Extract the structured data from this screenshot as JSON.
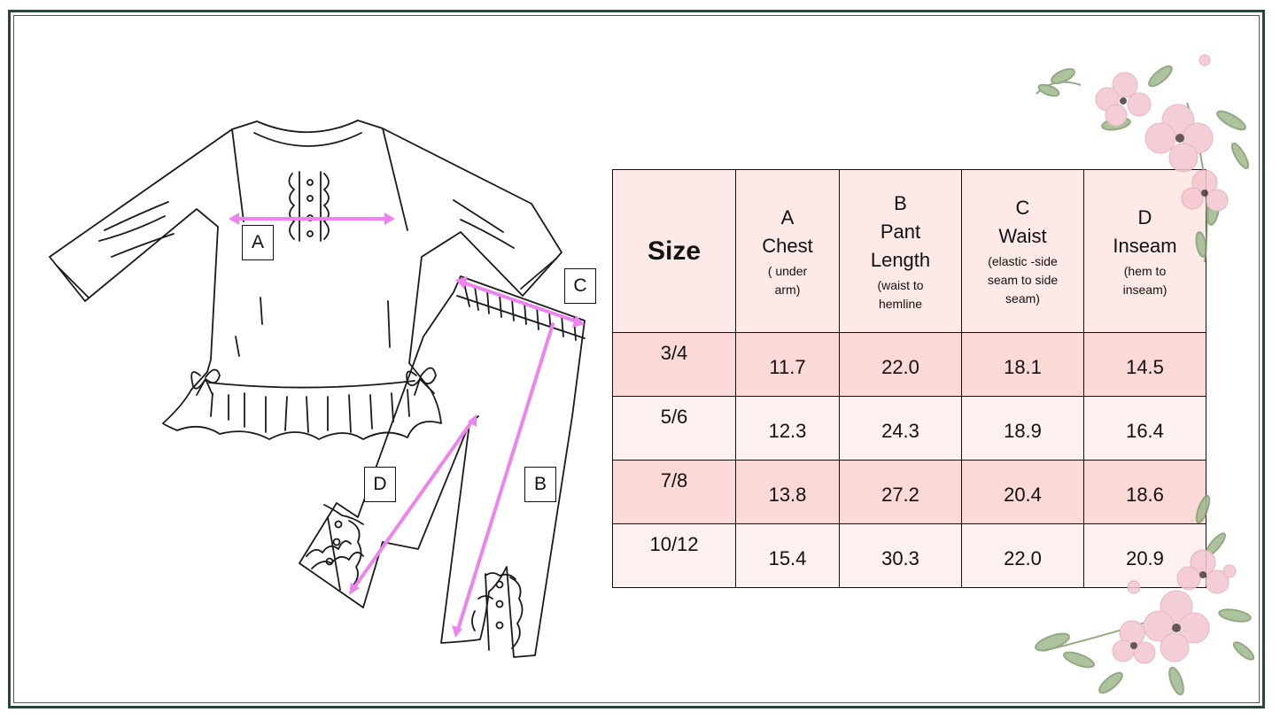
{
  "colors": {
    "border": "#1f4a36",
    "arrow": "#ee82ee",
    "header_bg": "#fde9e8",
    "row_dark": "#fbd9d6",
    "row_light": "#fdf1ef",
    "flower_pink": "#f3c6cf",
    "leaf_green": "#8aa57a"
  },
  "diagram": {
    "labels": {
      "a": "A",
      "b": "B",
      "c": "C",
      "d": "D"
    }
  },
  "table": {
    "headers": [
      {
        "letter": "",
        "name": "Size",
        "sub": ""
      },
      {
        "letter": "A",
        "name": "Chest",
        "sub": "( under arm)"
      },
      {
        "letter": "B",
        "name": "Pant Length",
        "sub": "(waist to hemline"
      },
      {
        "letter": "C",
        "name": "Waist",
        "sub": "(elastic -side seam to side seam)"
      },
      {
        "letter": "D",
        "name": "Inseam",
        "sub": "(hem to inseam)"
      }
    ],
    "rows": [
      {
        "size": "3/4",
        "chest": "11.7",
        "pant_length": "22.0",
        "waist": "18.1",
        "inseam": "14.5"
      },
      {
        "size": "5/6",
        "chest": "12.3",
        "pant_length": "24.3",
        "waist": "18.9",
        "inseam": "16.4"
      },
      {
        "size": "7/8",
        "chest": "13.8",
        "pant_length": "27.2",
        "waist": "20.4",
        "inseam": "18.6"
      },
      {
        "size": "10/12",
        "chest": "15.4",
        "pant_length": "30.3",
        "waist": "22.0",
        "inseam": "20.9"
      }
    ]
  },
  "decorations": {
    "top_right": "flower-cluster-icon",
    "bottom_right": "flower-cluster-icon"
  }
}
